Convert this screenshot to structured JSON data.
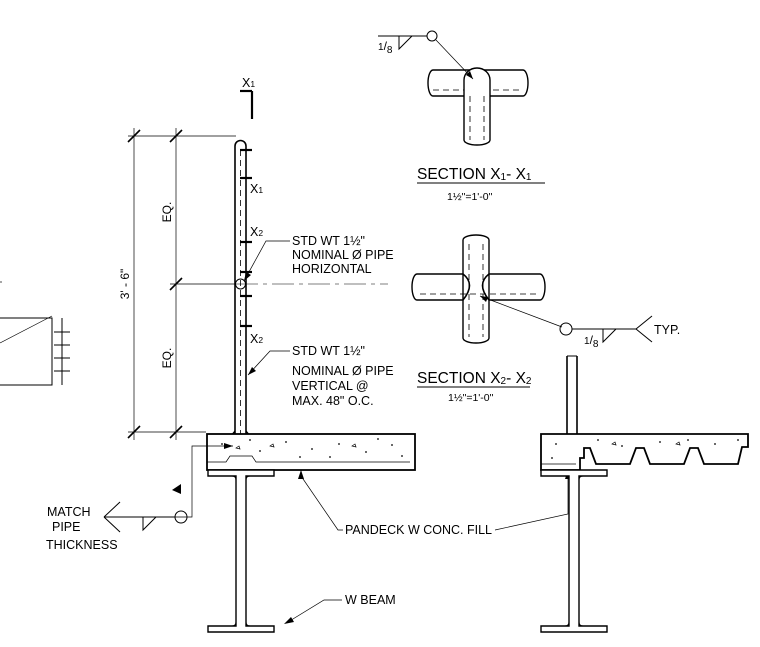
{
  "labels": {
    "cut_mark_top": "X",
    "cut_mark_top_sub": "1",
    "cut_x1": "X",
    "cut_x1_sub": "1",
    "cut_x2_upper": "X",
    "cut_x2_upper_sub": "2",
    "cut_x2_lower": "X",
    "cut_x2_lower_sub": "2",
    "dim_overall": "3' - 6\"",
    "dim_eq_upper": "EQ.",
    "dim_eq_lower": "EQ.",
    "note_horizontal": [
      "STD WT 1½\"",
      "NOMINAL Ø PIPE",
      "HORIZONTAL"
    ],
    "note_vertical": [
      "STD WT 1½\"",
      "NOMINAL Ø PIPE",
      "VERTICAL @",
      "MAX. 48\" O.C."
    ],
    "note_match": [
      "MATCH",
      "PIPE",
      "THICKNESS"
    ],
    "note_deck": "PANDECK W CONC. FILL",
    "note_beam": "W BEAM",
    "weld_size_top": "1/8",
    "weld_size_mid": "1/8",
    "weld_typ": "TYP."
  },
  "sections": {
    "x1": {
      "title": "SECTION X",
      "sub_a": "1",
      "dash": "- X",
      "sub_b": "1",
      "scale": "1½\"=1'-0\""
    },
    "x2": {
      "title": "SECTION X",
      "sub_a": "2",
      "dash": "- X",
      "sub_b": "2",
      "scale": "1½\"=1'-0\""
    }
  }
}
